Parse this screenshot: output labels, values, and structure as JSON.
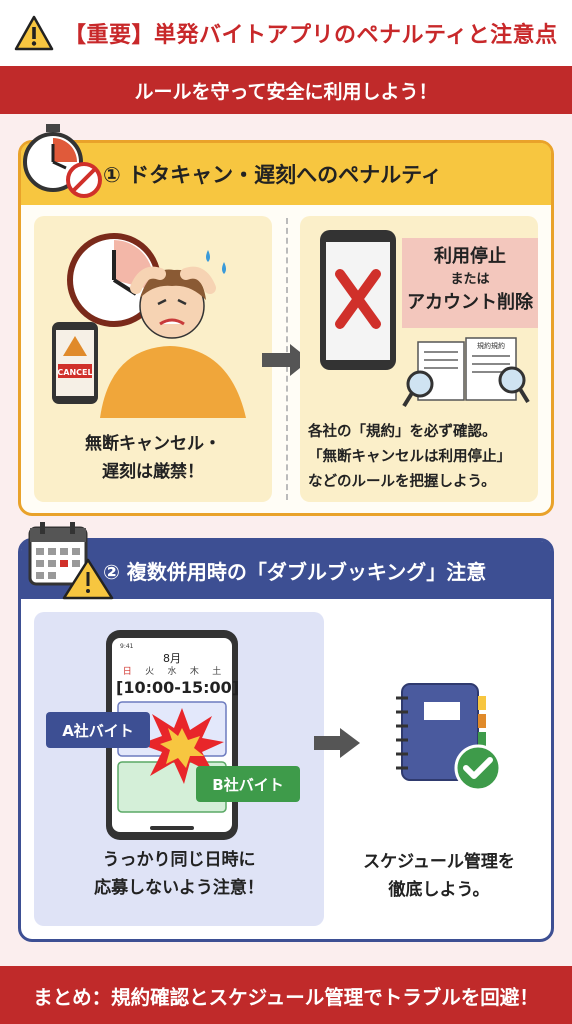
{
  "header": {
    "title": "【重要】単発バイトアプリのペナルティと注意点",
    "icon": "warning-icon"
  },
  "subtitle": "ルールを守って安全に利用しよう！",
  "section1": {
    "heading": "① ドタキャン・遅刻へのペナルティ",
    "left_message_1": "無断キャンセル・",
    "left_message_2": "遅刻は厳禁！",
    "phone_badge": "CANCEL",
    "penalty_1": "利用停止",
    "penalty_2": "または",
    "penalty_3": "アカウント削除",
    "doc_label": "規約規約",
    "right_message_1": "各社の「規約」を必ず確認。",
    "right_message_2": "「無断キャンセルは利用停止」",
    "right_message_3": "などのルールを把握しよう。"
  },
  "section2": {
    "heading": "② 複数併用時の「ダブルブッキング」注意",
    "phone_time": "9:41",
    "calendar_month": "8月",
    "calendar_days": [
      "日",
      "火",
      "水",
      "木",
      "土"
    ],
    "time_slot": "[10:00-15:00]",
    "tag_a": "A社バイト",
    "tag_b": "B社バイト",
    "left_message_1": "うっかり同じ日時に",
    "left_message_2": "応募しないよう注意！",
    "right_message_1": "スケジュール管理を",
    "right_message_2": "徹底しよう。"
  },
  "footer": "まとめ：規約確認とスケジュール管理でトラブルを回避！",
  "colors": {
    "red": "#c02a2a",
    "yellow": "#f7c640",
    "navy": "#3d4f93",
    "green": "#3e9b4a"
  }
}
